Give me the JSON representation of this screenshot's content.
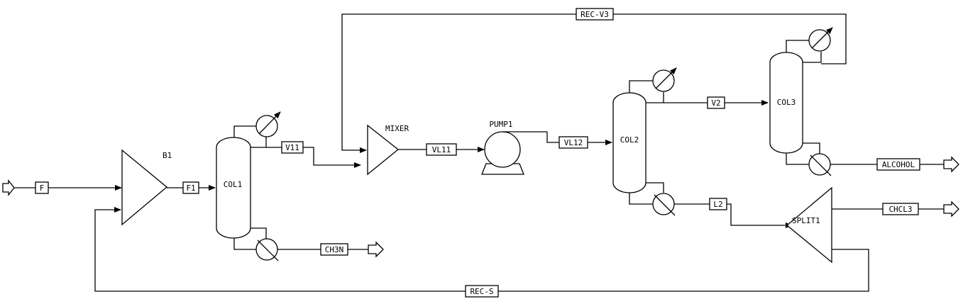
{
  "blocks": {
    "b1": "B1",
    "col1": "COL1",
    "mixer": "MIXER",
    "pump1": "PUMP1",
    "col2": "COL2",
    "col3": "COL3",
    "split1": "SPLIT1"
  },
  "streams": {
    "f": "F",
    "f1": "F1",
    "v11": "V11",
    "ch3n": "CH3N",
    "vl11": "VL11",
    "vl12": "VL12",
    "v2": "V2",
    "l2": "L2",
    "alcohol": "ALCOHOL",
    "chcl3": "CHCL3",
    "rec_v3": "REC-V3",
    "rec_s": "REC-S"
  }
}
